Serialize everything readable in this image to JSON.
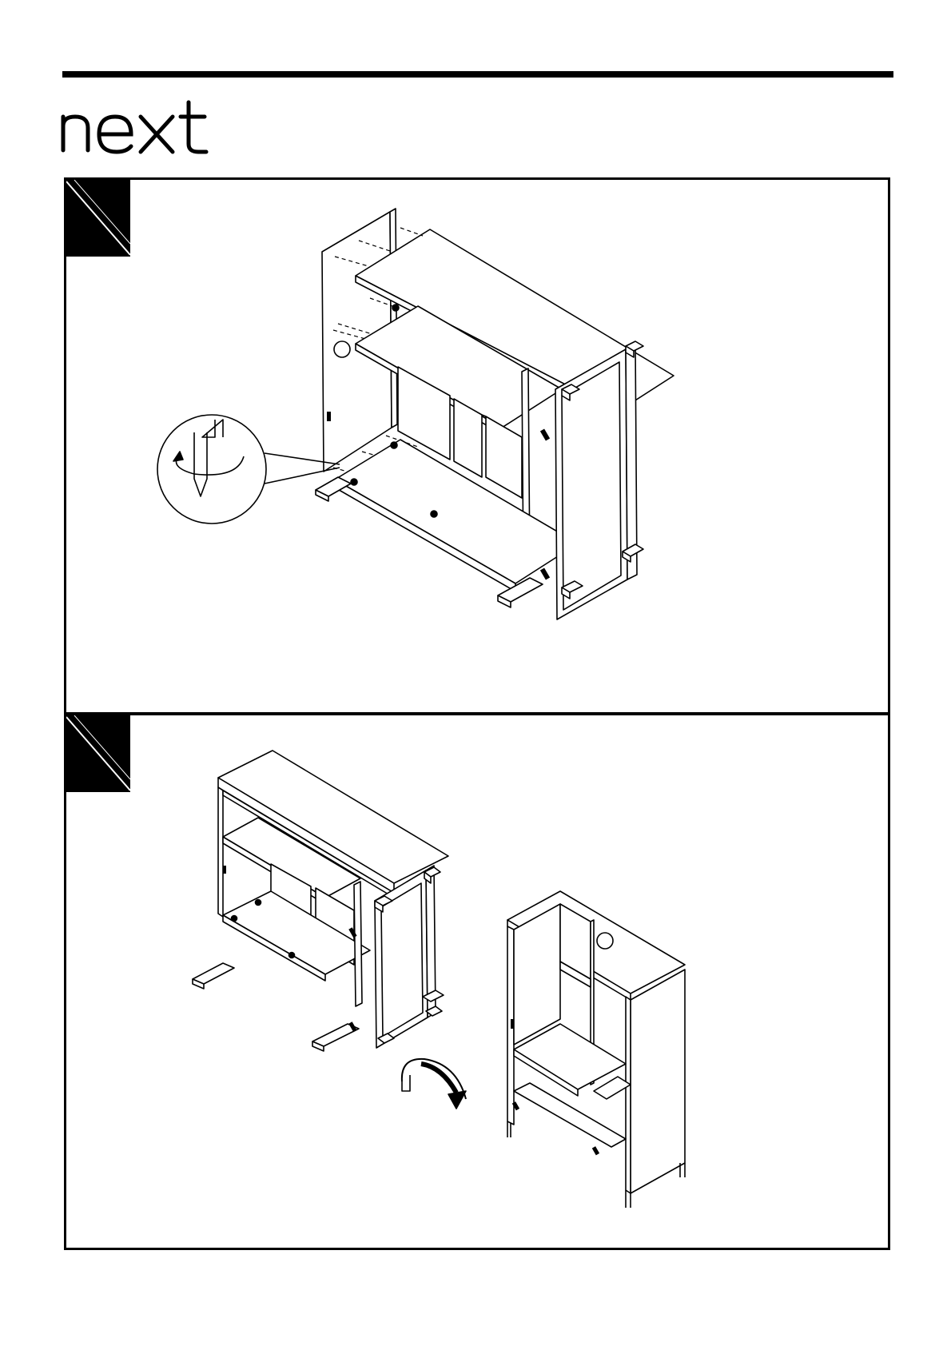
{
  "brand": {
    "logo_text": "next"
  },
  "steps": [
    {
      "id": "step-1",
      "tab_label": ""
    },
    {
      "id": "step-2",
      "tab_label": ""
    }
  ],
  "colors": {
    "ink": "#000000",
    "paper": "#ffffff"
  },
  "icons": [
    "step-tab-icon",
    "screwdriver-detail-icon",
    "rotate-arrow-icon"
  ]
}
